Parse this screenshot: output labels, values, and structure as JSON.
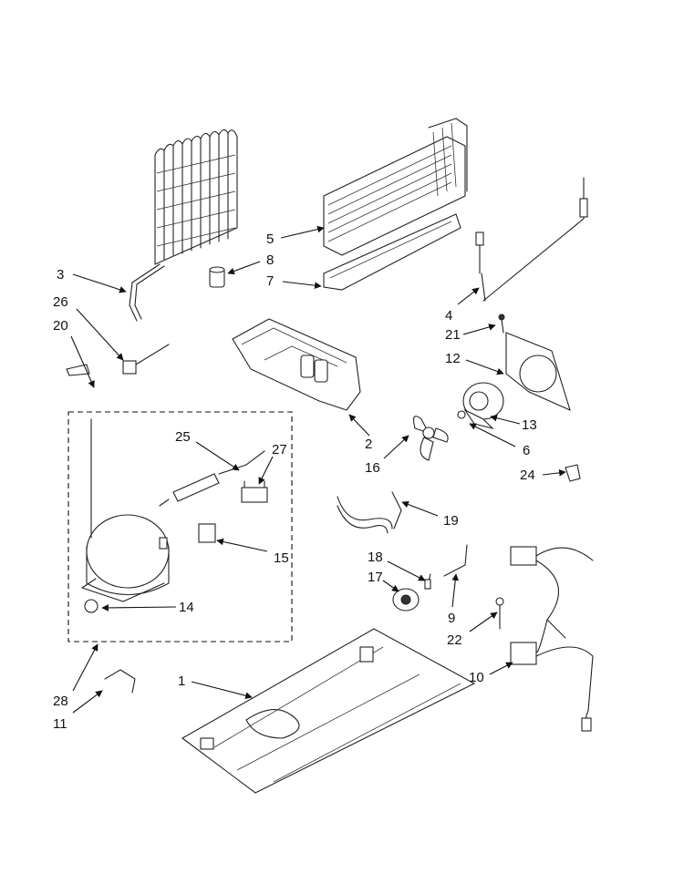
{
  "callouts": [
    {
      "id": "c1",
      "label": "1"
    },
    {
      "id": "c2",
      "label": "2"
    },
    {
      "id": "c3",
      "label": "3"
    },
    {
      "id": "c4",
      "label": "4"
    },
    {
      "id": "c5",
      "label": "5"
    },
    {
      "id": "c6",
      "label": "6"
    },
    {
      "id": "c7",
      "label": "7"
    },
    {
      "id": "c8",
      "label": "8"
    },
    {
      "id": "c9",
      "label": "9"
    },
    {
      "id": "c10",
      "label": "10"
    },
    {
      "id": "c11",
      "label": "11"
    },
    {
      "id": "c12",
      "label": "12"
    },
    {
      "id": "c13",
      "label": "13"
    },
    {
      "id": "c14",
      "label": "14"
    },
    {
      "id": "c15",
      "label": "15"
    },
    {
      "id": "c16",
      "label": "16"
    },
    {
      "id": "c17",
      "label": "17"
    },
    {
      "id": "c18",
      "label": "18"
    },
    {
      "id": "c19",
      "label": "19"
    },
    {
      "id": "c20",
      "label": "20"
    },
    {
      "id": "c21",
      "label": "21"
    },
    {
      "id": "c22",
      "label": "22"
    },
    {
      "id": "c24",
      "label": "24"
    },
    {
      "id": "c25",
      "label": "25"
    },
    {
      "id": "c26",
      "label": "26"
    },
    {
      "id": "c27",
      "label": "27"
    },
    {
      "id": "c28",
      "label": "28"
    }
  ]
}
